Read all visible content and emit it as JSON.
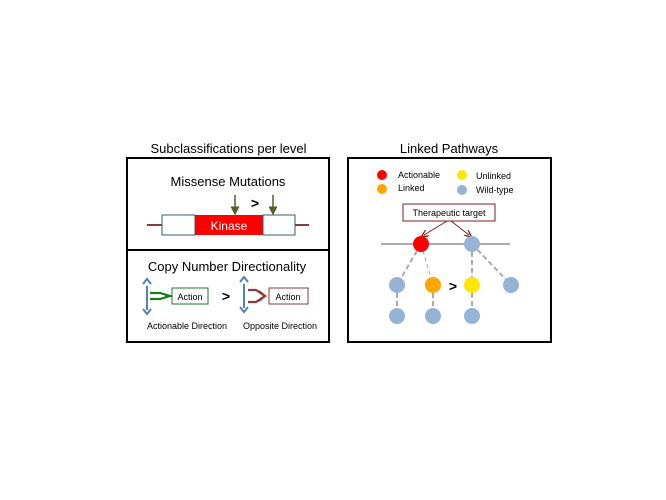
{
  "left_panel": {
    "title": "Subclassifications per level",
    "missense": {
      "heading": "Missense Mutations",
      "domain_label": "Kinase",
      "comparator": ">"
    },
    "copy_number": {
      "heading": "Copy Number Directionality",
      "comparator": ">",
      "actionable": {
        "box_label": "Action",
        "caption": "Actionable Direction"
      },
      "opposite": {
        "box_label": "Action",
        "caption": "Opposite Direction"
      }
    }
  },
  "right_panel": {
    "title": "Linked Pathways",
    "legend": [
      {
        "label": "Actionable",
        "color": "#ff0000"
      },
      {
        "label": "Unlinked",
        "color": "#ffe600"
      },
      {
        "label": "Linked",
        "color": "#ffa500"
      },
      {
        "label": "Wild-type",
        "color": "#94b3d7"
      }
    ],
    "target_label": "Therapeutic target",
    "comparator": ">"
  },
  "colors": {
    "kinase": "#ff0000",
    "domain_border": "#2f5f6f",
    "backbone": "#8b3a3a",
    "mutation_arrow": "#4f6228",
    "updown_arrow": "#4f81bd",
    "actionable": "#1a7f1a",
    "opposite": "#8b3a3a",
    "target_box": "#7f1f1f",
    "edge": "#aaaaaa",
    "actionable_node": "#ff0000",
    "linked_node": "#ffa500",
    "unlinked_node": "#ffe600",
    "wildtype_node": "#94b3d7"
  }
}
